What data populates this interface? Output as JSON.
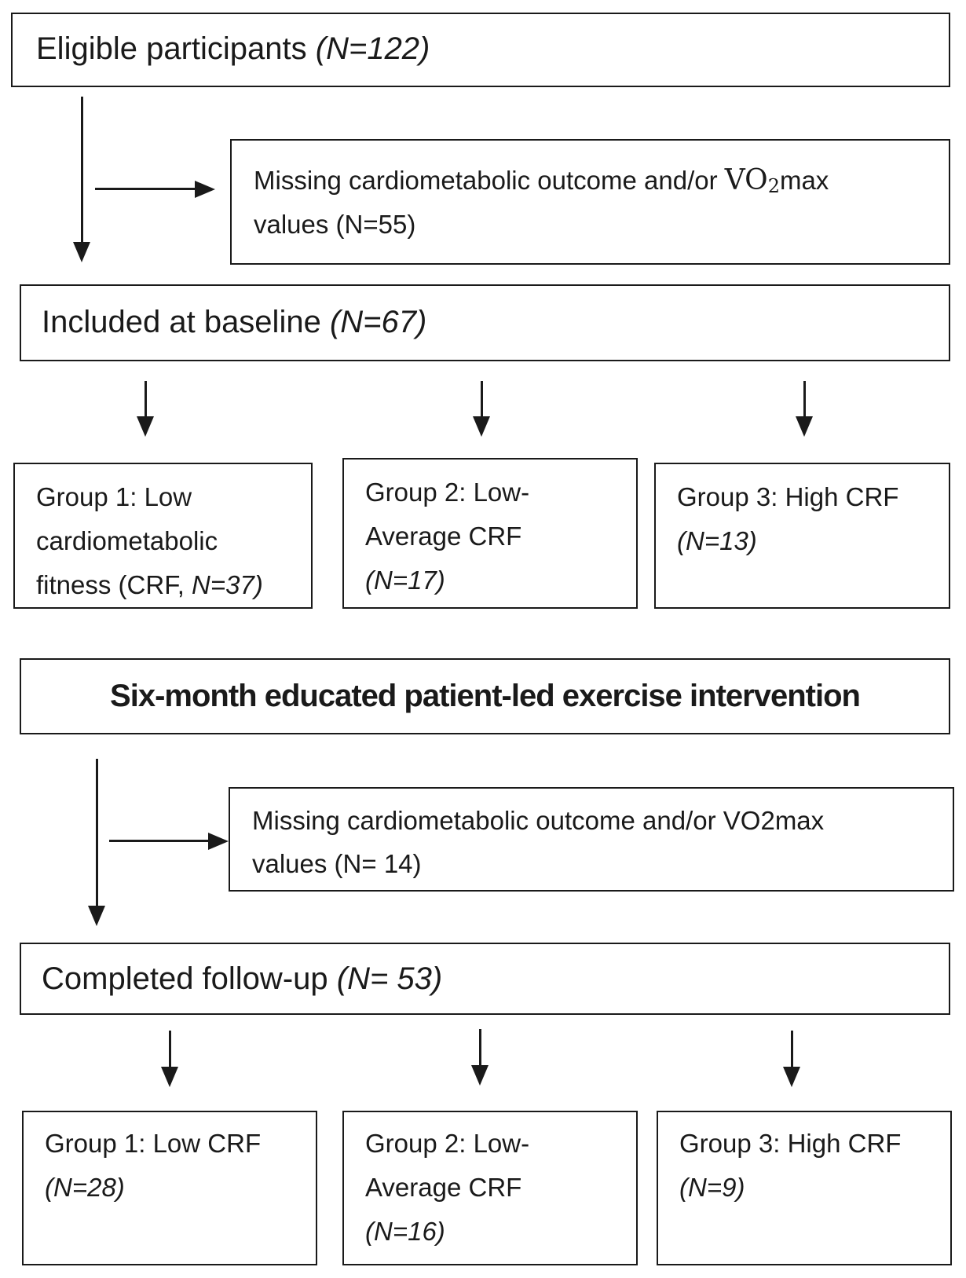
{
  "eligible": {
    "label": "Eligible participants ",
    "n": "(N=122)"
  },
  "excluded_baseline": {
    "line1_pre": "Missing cardiometabolic outcome and/or ",
    "vo": "VO",
    "sub": "2",
    "max": "max",
    "line2": "values (N=55)"
  },
  "baseline": {
    "label": "Included at baseline ",
    "n": "(N=67)"
  },
  "baseline_groups": {
    "g1": {
      "line1": "Group 1: Low",
      "line2": "cardiometabolic",
      "line3_pre": "fitness (CRF, ",
      "line3_n": "N=37)"
    },
    "g2": {
      "line1": "Group 2: Low-",
      "line2": "Average CRF",
      "line3": "(N=17)"
    },
    "g3": {
      "line1": "Group 3: High CRF",
      "line2": "(N=13)"
    }
  },
  "intervention": {
    "label": "Six-month educated patient-led exercise intervention"
  },
  "excluded_followup": {
    "line1": "Missing cardiometabolic outcome and/or VO2max",
    "line2": "values (N= 14)"
  },
  "followup": {
    "label": "Completed follow-up ",
    "n": "(N= 53)"
  },
  "followup_groups": {
    "g1": {
      "line1": "Group 1: Low CRF",
      "line2": "(N=28)"
    },
    "g2": {
      "line1": "Group 2: Low-",
      "line2": "Average CRF",
      "line3": "(N=16)"
    },
    "g3": {
      "line1": "Group 3: High CRF",
      "line2": "(N=9)"
    }
  }
}
